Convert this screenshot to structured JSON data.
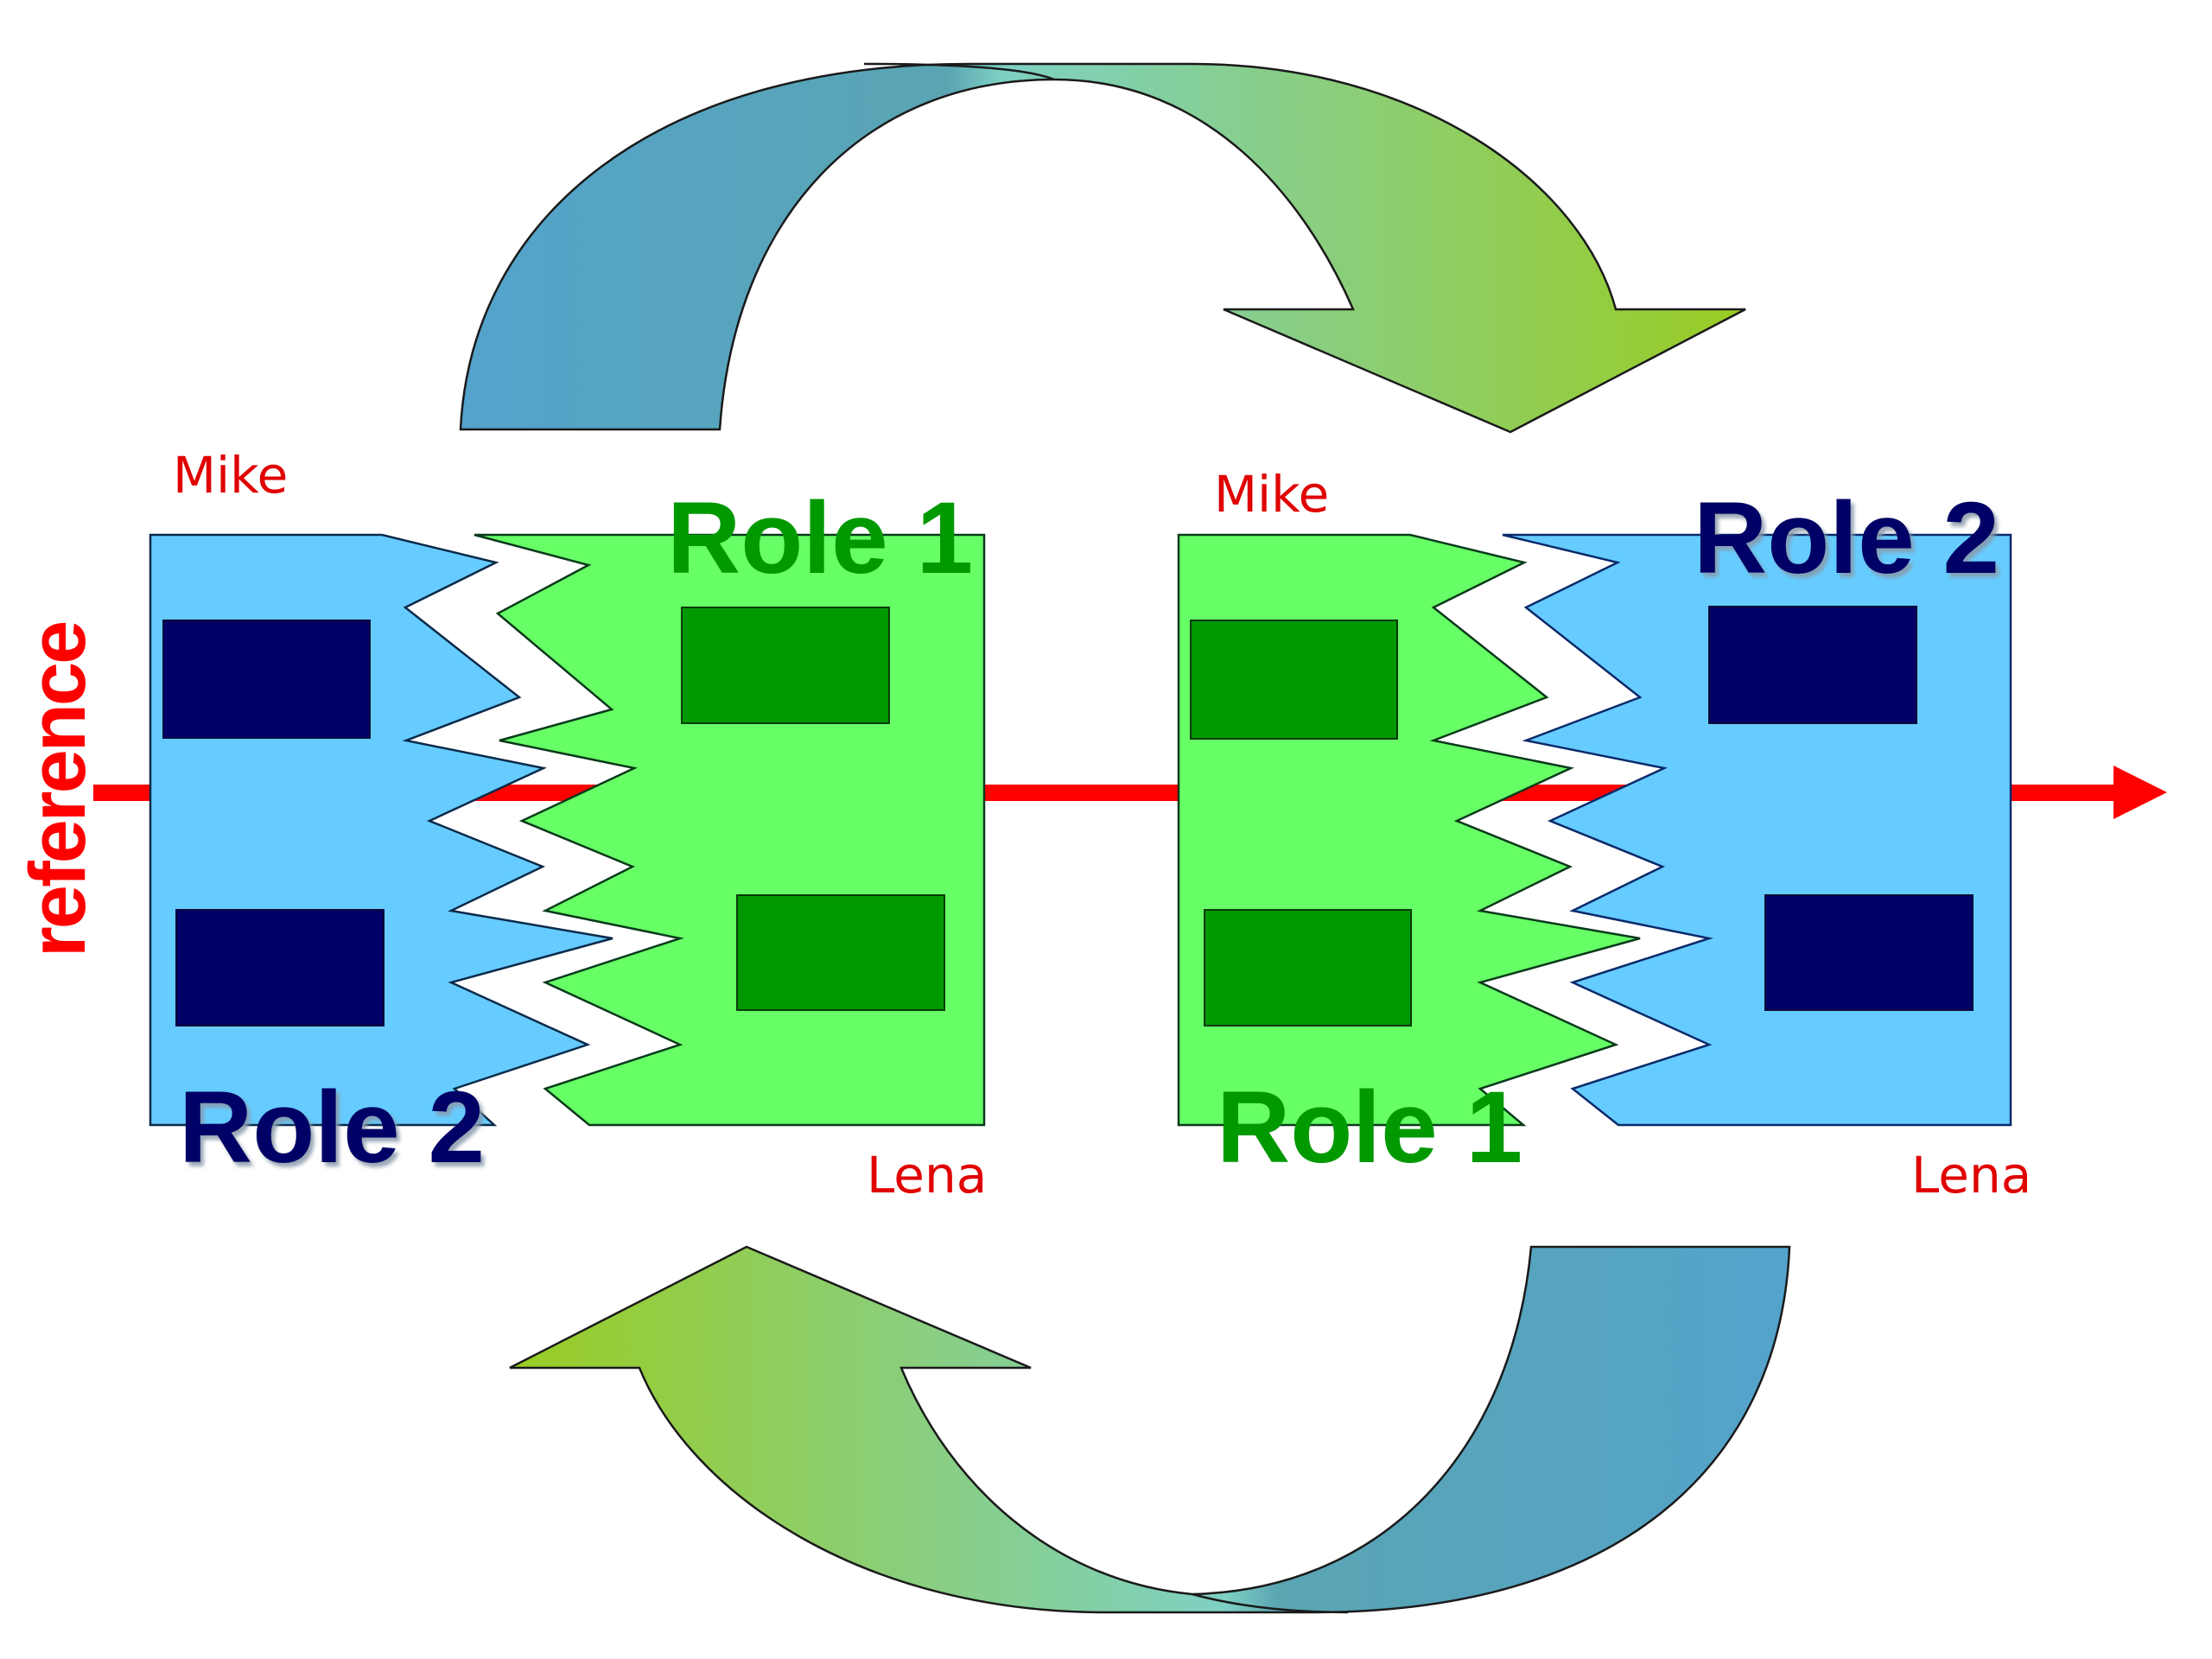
{
  "diagram": {
    "type": "role-swap-cycle",
    "axis": {
      "label": "reference",
      "color": "#ff0000"
    },
    "colors": {
      "role1_panel": "#66ff66",
      "role1_block": "#009900",
      "role1_text": "#009900",
      "role2_panel": "#66ccff",
      "role2_block": "#000066",
      "role2_text": "#000066",
      "name_text": "#e00000",
      "arrow_blue": "#53a3cc",
      "arrow_teal": "#7fcfc0",
      "arrow_green": "#99cc22",
      "outline": "#1a1a1a"
    },
    "panels": [
      {
        "id": "left",
        "left_role": "Role 2",
        "right_role": "Role 1",
        "top_label": "Role 1",
        "bottom_label": "Role 2",
        "top_name": "Mike",
        "bottom_name": "Lena"
      },
      {
        "id": "right",
        "left_role": "Role 1",
        "right_role": "Role 2",
        "top_label": "Role 2",
        "bottom_label": "Role 1",
        "top_name": "Mike",
        "bottom_name": "Lena"
      }
    ],
    "cycle_arrows": [
      {
        "id": "top",
        "direction": "clockwise-left-to-right"
      },
      {
        "id": "bottom",
        "direction": "clockwise-right-to-left"
      }
    ]
  }
}
